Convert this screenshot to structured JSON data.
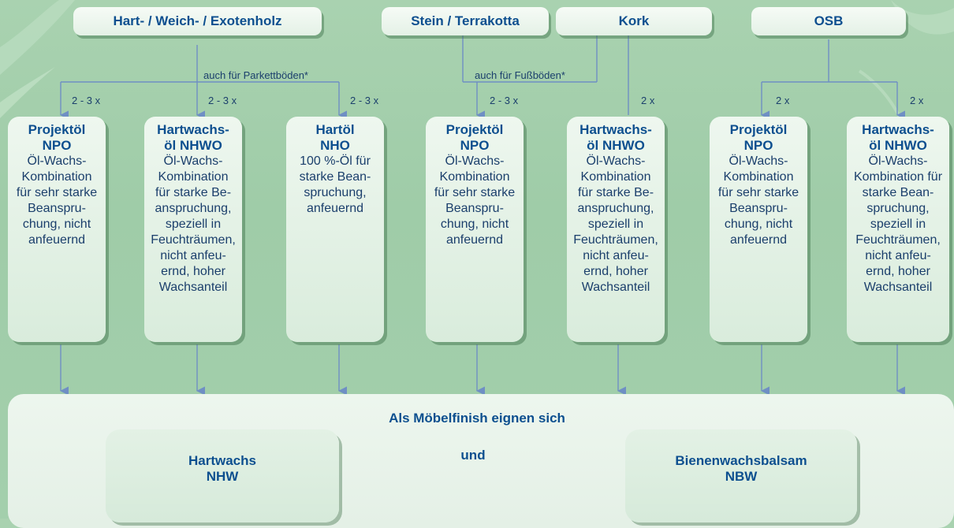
{
  "categories": [
    {
      "label": "Hart- / Weich- / Exotenholz"
    },
    {
      "label": "Stein / Terrakotta"
    },
    {
      "label": "Kork"
    },
    {
      "label": "OSB"
    }
  ],
  "notes": {
    "parkett": "auch für Parkettböden*",
    "fussboden": "auch für Fußböden*"
  },
  "multipliers": [
    "2 - 3 x",
    "2 - 3 x",
    "2 - 3 x",
    "2 - 3 x",
    "2 x",
    "2 x",
    "2 x"
  ],
  "products": [
    {
      "name": "Projektöl\nNPO",
      "desc": "Öl-Wachs-\nKombination\nfür sehr starke\nBeanspru-\nchung, nicht\nanfeuernd"
    },
    {
      "name": "Hartwachs-\nöl NHWO",
      "desc": "Öl-Wachs-\nKombination\nfür starke Be-\nanspruchung,\nspeziell in\nFeuchträumen,\nnicht anfeu-\nernd, hoher\nWachsanteil"
    },
    {
      "name": "Hartöl\nNHO",
      "desc": "100 %-Öl für\nstarke Bean-\nspruchung,\nanfeuernd"
    },
    {
      "name": "Projektöl\nNPO",
      "desc": "Öl-Wachs-\nKombination\nfür sehr starke\nBeanspru-\nchung, nicht\nanfeuernd"
    },
    {
      "name": "Hartwachs-\nöl NHWO",
      "desc": "Öl-Wachs-\nKombination\nfür starke Be-\nanspruchung,\nspeziell in\nFeuchträumen,\nnicht anfeu-\nernd, hoher\nWachsanteil"
    },
    {
      "name": "Projektöl\nNPO",
      "desc": "Öl-Wachs-\nKombination\nfür sehr starke\nBeanspru-\nchung, nicht\nanfeuernd"
    },
    {
      "name": "Hartwachs-\nöl NHWO",
      "desc": "Öl-Wachs-\nKombination für\nstarke Bean-\nspruchung,\nspeziell in\nFeuchträumen,\nnicht anfeu-\nernd, hoher\nWachsanteil"
    }
  ],
  "bottom": {
    "title": "Als Möbelfinish eignen sich",
    "connector": "und",
    "finishes": [
      {
        "label": "Hartwachs\nNHW"
      },
      {
        "label": "Bienenwachsbalsam\nNBW"
      }
    ]
  },
  "colors": {
    "accent": "#0d4f8f",
    "line": "#6f8fc4",
    "background": "#a3cfac"
  }
}
